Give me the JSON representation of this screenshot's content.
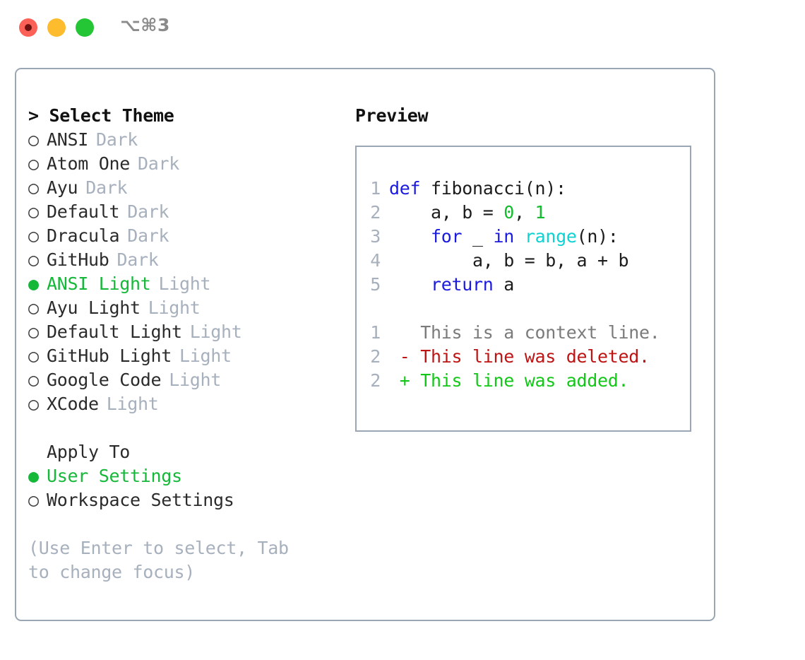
{
  "window": {
    "shortcut_label": "⌥⌘3",
    "lights": [
      {
        "name": "close",
        "color": "#fc6158"
      },
      {
        "name": "minimize",
        "color": "#fdbc2d"
      },
      {
        "name": "maximize",
        "color": "#24c636"
      }
    ]
  },
  "theme_picker": {
    "header": "> Select Theme",
    "options": [
      {
        "marker": "○",
        "name": "ANSI",
        "tag": "Dark",
        "selected": false
      },
      {
        "marker": "○",
        "name": "Atom One",
        "tag": "Dark",
        "selected": false
      },
      {
        "marker": "○",
        "name": "Ayu",
        "tag": "Dark",
        "selected": false
      },
      {
        "marker": "○",
        "name": "Default",
        "tag": "Dark",
        "selected": false
      },
      {
        "marker": "○",
        "name": "Dracula",
        "tag": "Dark",
        "selected": false
      },
      {
        "marker": "○",
        "name": "GitHub",
        "tag": "Dark",
        "selected": false
      },
      {
        "marker": "●",
        "name": "ANSI Light",
        "tag": "Light",
        "selected": true
      },
      {
        "marker": "○",
        "name": "Ayu Light",
        "tag": "Light",
        "selected": false
      },
      {
        "marker": "○",
        "name": "Default Light",
        "tag": "Light",
        "selected": false
      },
      {
        "marker": "○",
        "name": "GitHub Light",
        "tag": "Light",
        "selected": false
      },
      {
        "marker": "○",
        "name": "Google Code",
        "tag": "Light",
        "selected": false
      },
      {
        "marker": "○",
        "name": "XCode",
        "tag": "Light",
        "selected": false
      }
    ]
  },
  "apply_to": {
    "header": "Apply To",
    "options": [
      {
        "marker": "●",
        "name": "User Settings",
        "selected": true
      },
      {
        "marker": "○",
        "name": "Workspace Settings",
        "selected": false
      }
    ]
  },
  "hint": "(Use Enter to select, Tab to change focus)",
  "preview": {
    "title": "Preview",
    "code_lines": [
      {
        "num": "1",
        "tokens": [
          {
            "t": "def ",
            "c": "kw"
          },
          {
            "t": "fibonacci(n):",
            "c": "txt"
          }
        ]
      },
      {
        "num": "2",
        "tokens": [
          {
            "t": "    a, b = ",
            "c": "txt"
          },
          {
            "t": "0",
            "c": "num"
          },
          {
            "t": ", ",
            "c": "txt"
          },
          {
            "t": "1",
            "c": "num"
          }
        ]
      },
      {
        "num": "3",
        "tokens": [
          {
            "t": "    ",
            "c": "txt"
          },
          {
            "t": "for",
            "c": "kw"
          },
          {
            "t": " _ ",
            "c": "txt"
          },
          {
            "t": "in",
            "c": "kw"
          },
          {
            "t": " ",
            "c": "txt"
          },
          {
            "t": "range",
            "c": "fn"
          },
          {
            "t": "(n):",
            "c": "txt"
          }
        ]
      },
      {
        "num": "4",
        "tokens": [
          {
            "t": "        a, b = b, a + b",
            "c": "txt"
          }
        ]
      },
      {
        "num": "5",
        "tokens": [
          {
            "t": "    ",
            "c": "txt"
          },
          {
            "t": "return",
            "c": "kw"
          },
          {
            "t": " a",
            "c": "txt"
          }
        ]
      }
    ],
    "diff_lines": [
      {
        "num": "1",
        "sign": "  ",
        "text": "This is a context line.",
        "kind": "ctx"
      },
      {
        "num": "2",
        "sign": "- ",
        "text": "This line was deleted.",
        "kind": "del"
      },
      {
        "num": "2",
        "sign": "+ ",
        "text": "This line was added.",
        "kind": "add"
      }
    ]
  },
  "colors": {
    "accent_green": "#16b83a",
    "muted": "#a7b0bd",
    "border": "#9aa6b4",
    "keyword": "#1a1ae0",
    "number": "#13bb2e",
    "function": "#0fd2d2",
    "diff_delete": "#bd1414",
    "diff_add": "#13c718"
  }
}
